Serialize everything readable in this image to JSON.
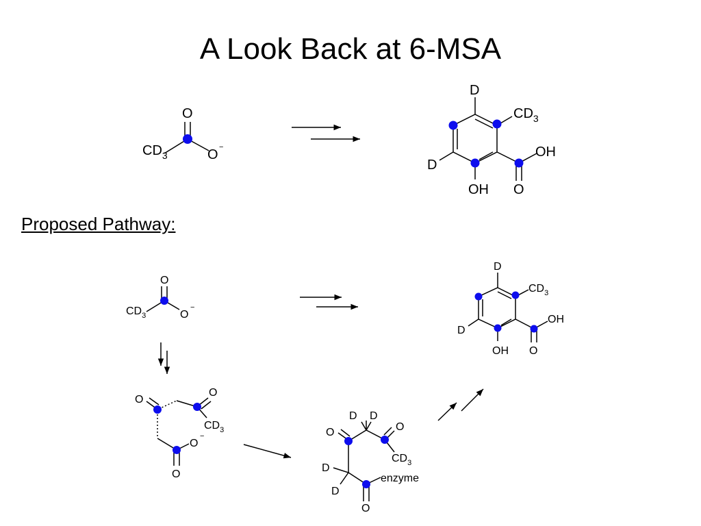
{
  "slide": {
    "title": "A Look Back at 6-MSA",
    "section_heading": "Proposed Pathway:"
  },
  "colors": {
    "label": "#e8141a",
    "atom_marker": "#0d0ded",
    "bond": "#000000"
  },
  "atoms": {
    "oxygen": "O",
    "hydroxyl": "OH",
    "deuterium": "D",
    "methyl_c": "CD",
    "methyl_sub": "3",
    "charge": "−",
    "enzyme": "enzyme"
  }
}
